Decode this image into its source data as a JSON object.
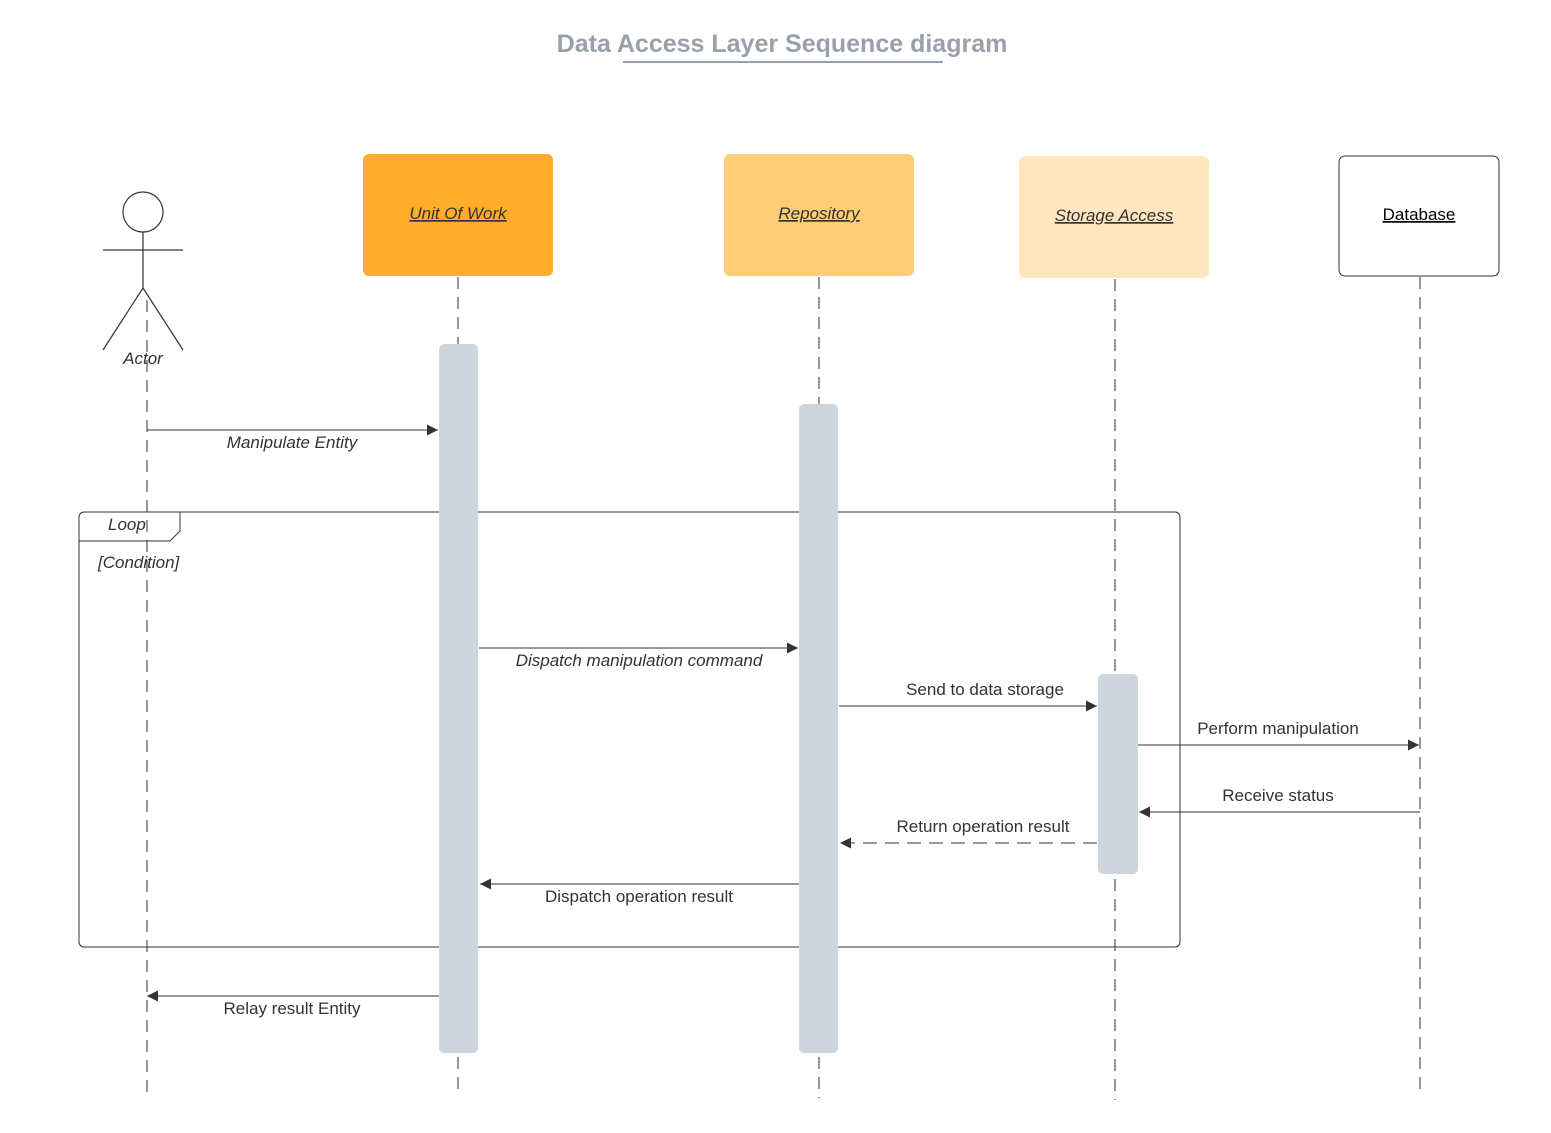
{
  "title": "Data Access Layer Sequence diagram",
  "colors": {
    "title": "#9aa0aa",
    "unit_of_work": "#ffad2b",
    "repository": "#ffcc77",
    "storage_access": "#ffe6bf",
    "database": "#ffffff",
    "activation": "#cfd5dd",
    "line": "#333333"
  },
  "actor": {
    "label": "Actor",
    "icon": "stick-figure-icon"
  },
  "participants": [
    {
      "id": "unit-of-work",
      "label": "Unit Of Work",
      "italic": true
    },
    {
      "id": "repository",
      "label": "Repository",
      "italic": true
    },
    {
      "id": "storage-access",
      "label": "Storage Access",
      "italic": true
    },
    {
      "id": "database",
      "label": "Database",
      "italic": false
    }
  ],
  "frame": {
    "operator": "Loop",
    "guard": "[Condition]"
  },
  "messages": [
    {
      "id": "manipulate-entity",
      "label": "Manipulate Entity",
      "from": "actor",
      "to": "unit-of-work",
      "style": "solid",
      "italic": true
    },
    {
      "id": "dispatch-manipulation-command",
      "label": "Dispatch manipulation command",
      "from": "unit-of-work",
      "to": "repository",
      "style": "solid",
      "italic": true
    },
    {
      "id": "send-to-data-storage",
      "label": "Send to data storage",
      "from": "repository",
      "to": "storage-access",
      "style": "solid",
      "italic": false
    },
    {
      "id": "perform-manipulation",
      "label": "Perform manipulation",
      "from": "storage-access",
      "to": "database",
      "style": "solid",
      "italic": false
    },
    {
      "id": "receive-status",
      "label": "Receive status",
      "from": "database",
      "to": "storage-access",
      "style": "solid",
      "italic": false
    },
    {
      "id": "return-operation-result",
      "label": "Return operation result",
      "from": "storage-access",
      "to": "repository",
      "style": "dashed",
      "italic": false
    },
    {
      "id": "dispatch-operation-result",
      "label": "Dispatch operation result",
      "from": "repository",
      "to": "unit-of-work",
      "style": "solid",
      "italic": false
    },
    {
      "id": "relay-result-entity",
      "label": "Relay result Entity",
      "from": "unit-of-work",
      "to": "actor",
      "style": "solid",
      "italic": false
    }
  ]
}
